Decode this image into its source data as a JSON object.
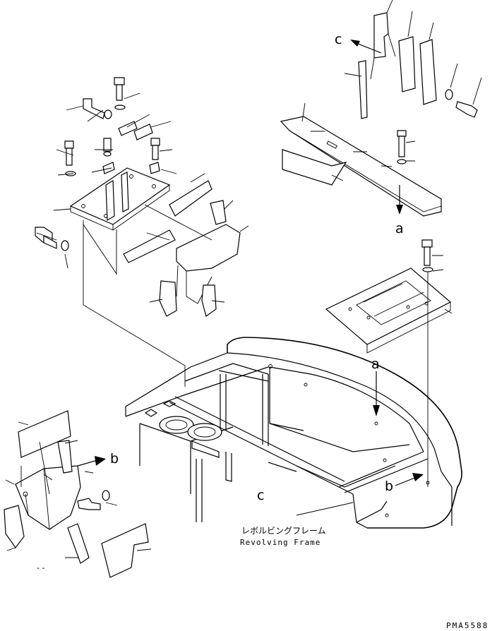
{
  "labels": {
    "a_top": "a",
    "a_frame": "a",
    "b_left": "b",
    "b_frame": "b",
    "c_top": "c",
    "c_frame": "c"
  },
  "frame_label": {
    "japanese": "レボルビングフレーム",
    "english": "Revolving Frame"
  },
  "drawing_code": "PMA5588",
  "dash_mark": "- -"
}
